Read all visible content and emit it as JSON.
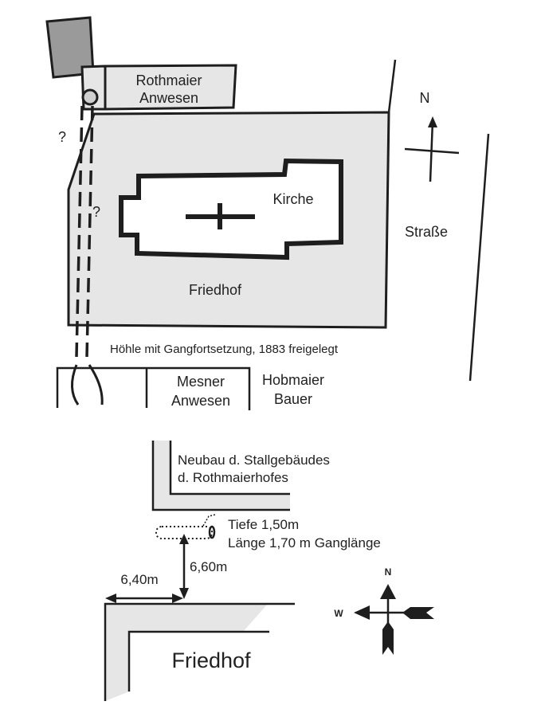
{
  "colors": {
    "line": "#1e1e1e",
    "grey_fill": "#e6e6e6",
    "dark_fill": "#9a9a9a",
    "background": "#ffffff"
  },
  "top_plan": {
    "buildings": {
      "rothmaier": [
        "Rothmaier",
        "Anwesen"
      ],
      "mesner": [
        "Mesner",
        "Anwesen"
      ],
      "hobmaier": [
        "Hobmaier",
        "Bauer"
      ]
    },
    "church_label": "Kirche",
    "cemetery_label": "Friedhof",
    "road_label": "Straße",
    "north_label": "N",
    "uncertain_marks": [
      "?",
      "?"
    ],
    "cave_caption": "Höhle mit Gangfortsetzung, 1883 freigelegt"
  },
  "bottom_plan": {
    "new_building_label": [
      "Neubau d. Stallgebäudes",
      "d. Rothmaierhofes"
    ],
    "depth_label": "Tiefe 1,50m",
    "length_label": "Länge 1,70 m Ganglänge",
    "distance_vertical": "6,60m",
    "distance_horizontal": "6,40m",
    "cemetery_label": "Friedhof",
    "compass": {
      "north": "N",
      "west": "W"
    }
  }
}
